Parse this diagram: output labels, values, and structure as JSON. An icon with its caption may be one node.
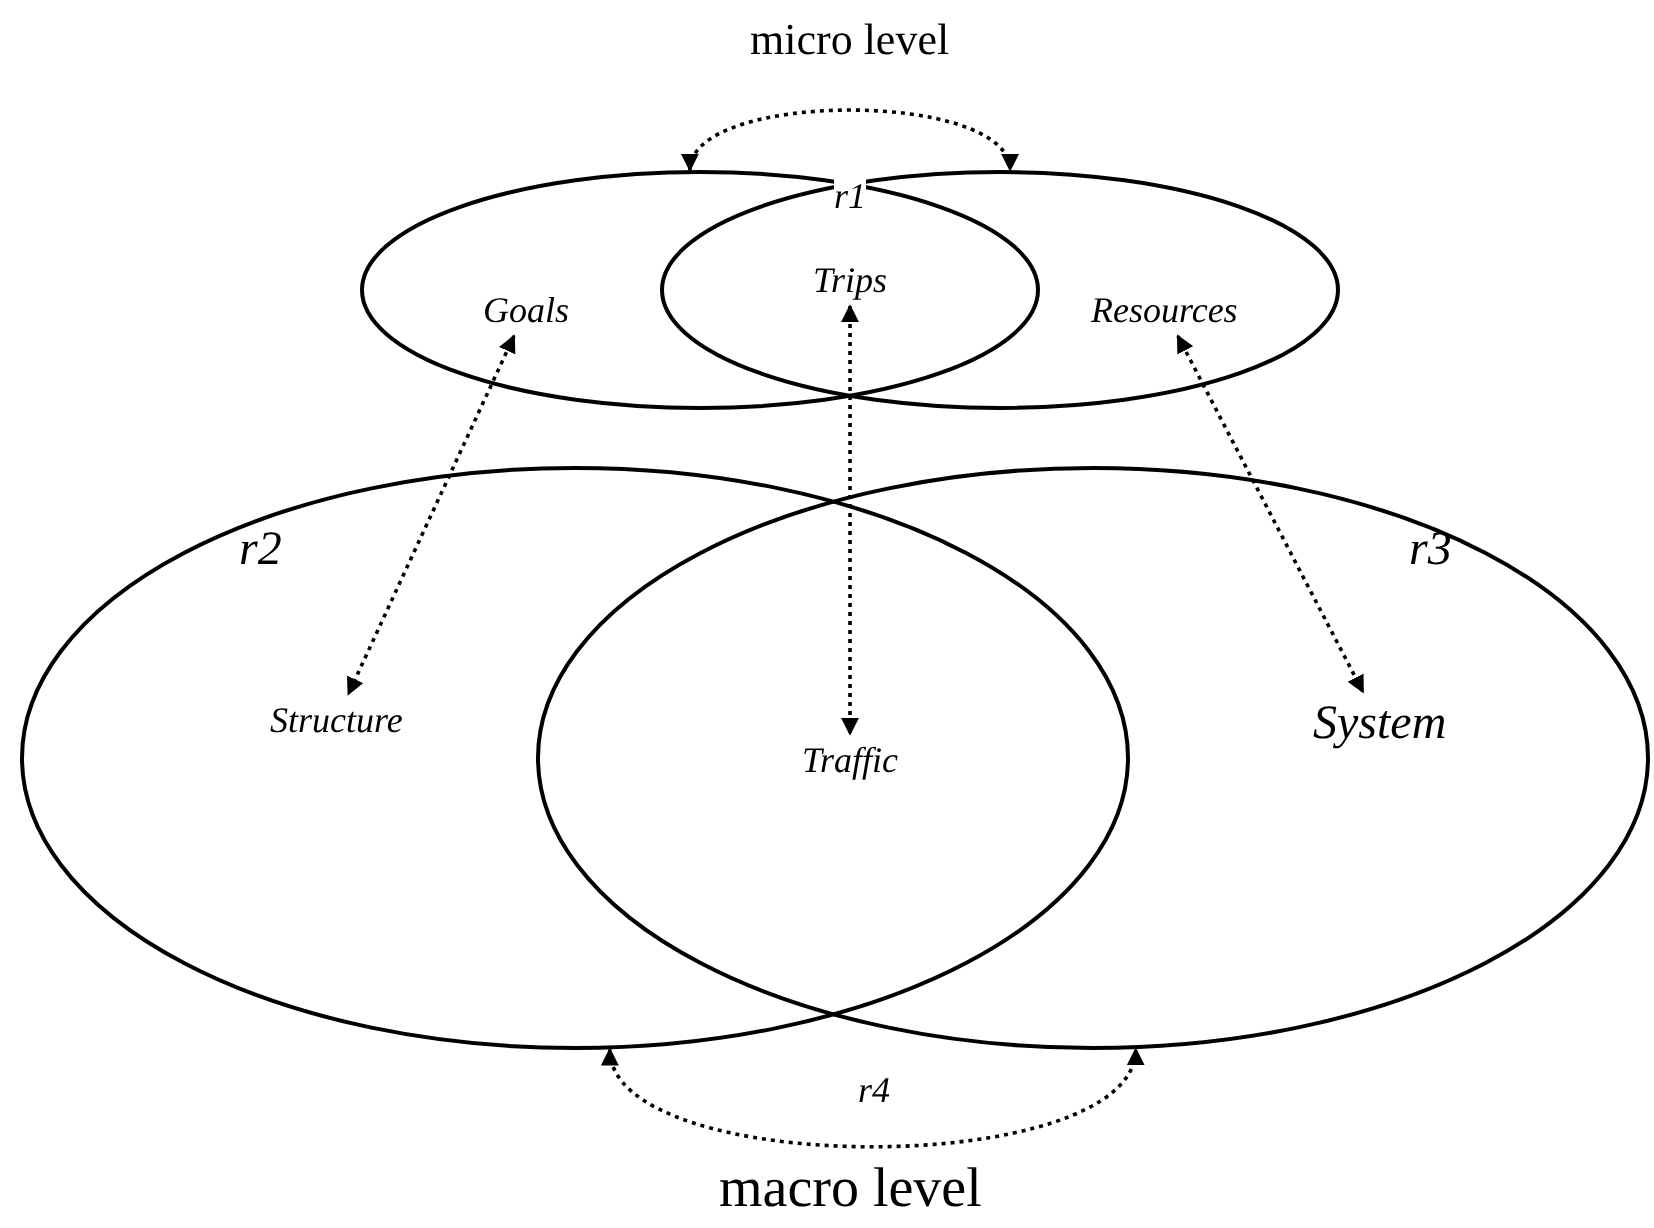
{
  "diagram": {
    "nodes": [
      {
        "text": [],
        "shape": "ellipse"
      },
      {
        "text": [
          "Goals"
        ],
        "in": 0
      },
      {
        "text": [],
        "shape": "ellipse"
      },
      {
        "text": [
          "Resources"
        ],
        "in": 2
      },
      {
        "text": [
          "Trips"
        ]
      },
      {
        "text": [],
        "shape": "ellipse"
      },
      {
        "text": [
          "Structure"
        ],
        "in": 5
      },
      {
        "text": [],
        "shape": "ellipse"
      },
      {
        "text": [
          "System"
        ],
        "in": 7
      },
      {
        "text": [
          "Traffic"
        ]
      }
    ],
    "edges": [
      {
        "from": 0,
        "to": 2,
        "arrow": "both",
        "style": "dashed",
        "label": "r1"
      },
      {
        "from": 1,
        "to": 6,
        "arrow": "both",
        "style": "dashed"
      },
      {
        "from": 4,
        "to": 9,
        "arrow": "both",
        "style": "dashed"
      },
      {
        "from": 3,
        "to": 8,
        "arrow": "both",
        "style": "dashed"
      },
      {
        "from": 5,
        "to": 7,
        "arrow": "both",
        "style": "dashed",
        "label": "r4"
      }
    ],
    "labels": [
      "micro level",
      "r2",
      "r3",
      "macro level"
    ]
  }
}
